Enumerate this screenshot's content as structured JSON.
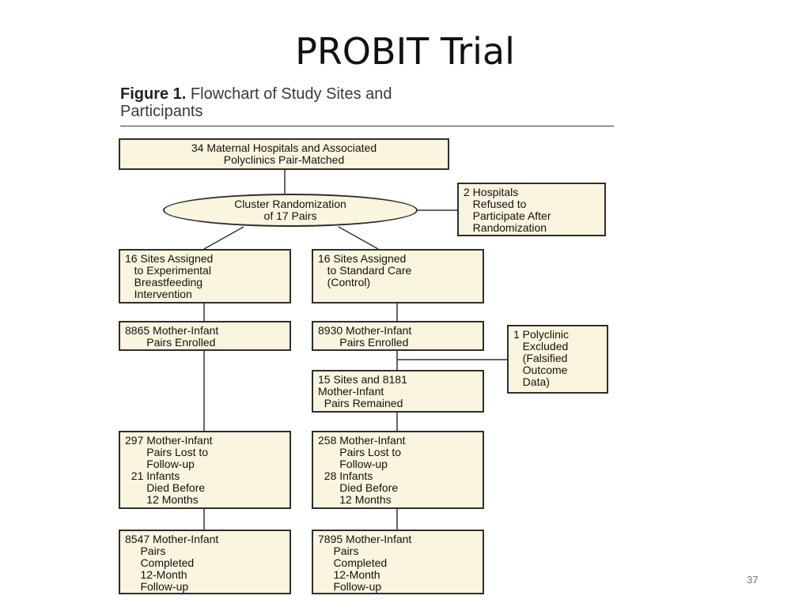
{
  "slide": {
    "title": "PROBIT Trial",
    "page_number": "37"
  },
  "figure": {
    "label": "Figure 1.",
    "caption": "Flowchart of Study Sites and",
    "caption_line2": "Participants"
  },
  "nodes": {
    "hospitals": "34 Maternal Hospitals and Associated\nPolyclinics Pair-Matched",
    "randomization": "Cluster Randomization\nof 17 Pairs",
    "refused": "2 Hospitals\n   Refused to\n   Participate After\n   Randomization",
    "exp_sites": "16 Sites Assigned\n   to Experimental\n   Breastfeeding\n   Intervention",
    "ctrl_sites": "16 Sites Assigned\n   to Standard Care\n   (Control)",
    "exp_enrolled": "8865 Mother-Infant\n       Pairs Enrolled",
    "ctrl_enrolled": "8930 Mother-Infant\n       Pairs Enrolled",
    "excluded": "1 Polyclinic\n   Excluded\n   (Falsified\n   Outcome\n   Data)",
    "ctrl_remained": "15 Sites and 8181\nMother-Infant\n  Pairs Remained",
    "exp_lost": "297 Mother-Infant\n       Pairs Lost to\n       Follow-up\n  21 Infants\n       Died Before\n       12 Months",
    "ctrl_lost": "258 Mother-Infant\n       Pairs Lost to\n       Follow-up\n  28 Infants\n       Died Before\n       12 Months",
    "exp_completed": "8547 Mother-Infant\n     Pairs\n     Completed\n     12-Month\n     Follow-up",
    "ctrl_completed": "7895 Mother-Infant\n     Pairs\n     Completed\n     12-Month\n     Follow-up"
  }
}
